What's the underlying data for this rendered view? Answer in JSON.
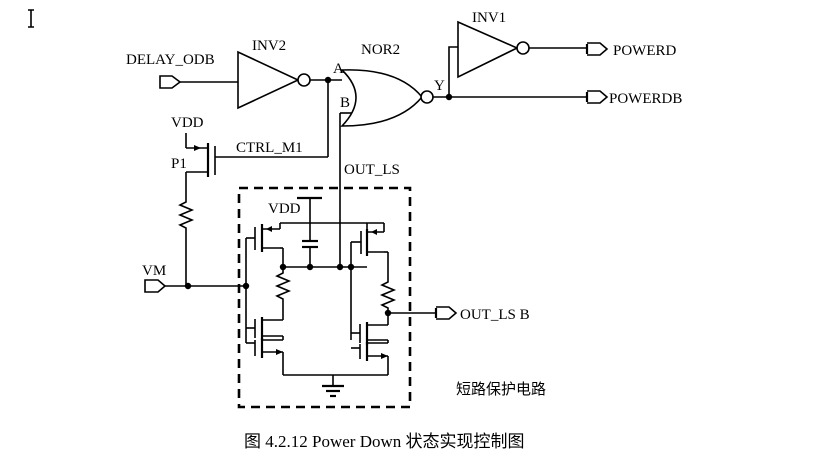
{
  "cursor_icon": "text-cursor-icon",
  "ports": {
    "delay_odb": "DELAY_ODB",
    "vm": "VM",
    "powerd": "POWERD",
    "powerdb": "POWERDB",
    "out_lsb": "OUT_LS B"
  },
  "components": {
    "inv2": "INV2",
    "inv1": "INV1",
    "nor2": "NOR2",
    "nor_in_a": "A",
    "nor_in_b": "B",
    "nor_out_y": "Y",
    "p1": "P1"
  },
  "nets": {
    "vdd_top": "VDD",
    "vdd_box": "VDD",
    "ctrl_m1": "CTRL_M1",
    "out_ls": "OUT_LS"
  },
  "block_label": "短路保护电路",
  "caption": "图 4.2.12 Power Down 状态实现控制图"
}
